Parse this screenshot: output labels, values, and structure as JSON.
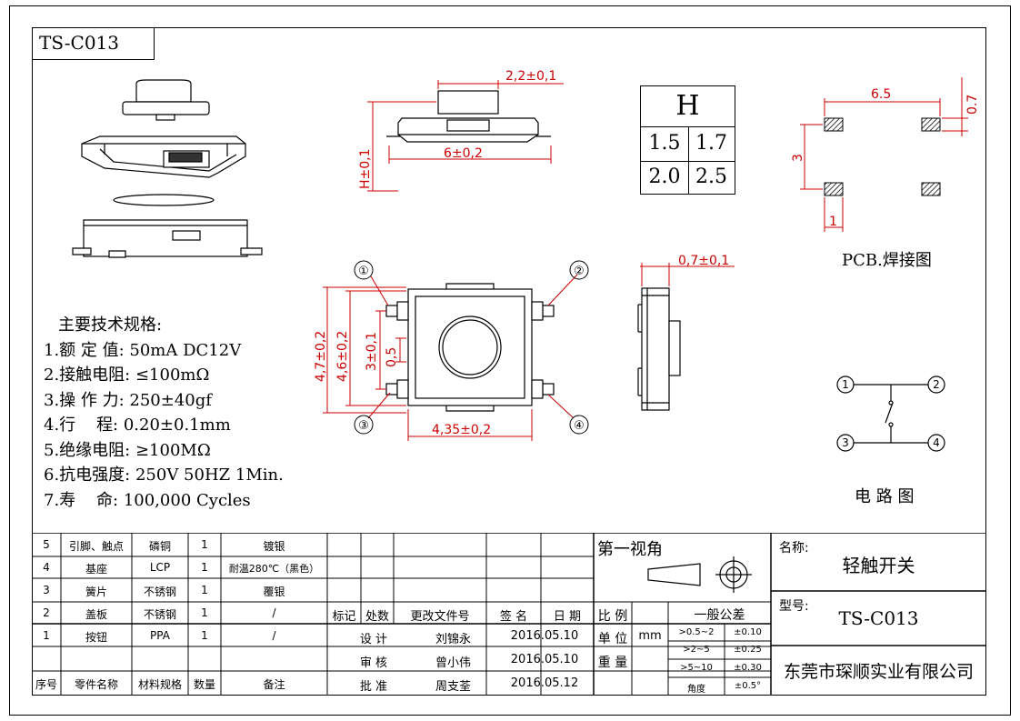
{
  "drawing_no": "TS-C013",
  "specs": {
    "heading": "主要技术规格:",
    "lines": [
      "1.额 定 值: 50mA DC12V",
      "2.接触电阻: ≤100mΩ",
      "3.操 作 力: 250±40gf",
      "4.行    程: 0.20±0.1mm",
      "5.绝缘电阻: ≥100MΩ",
      "6.抗电强度: 250V 50HZ 1Min.",
      "7.寿    命: 100,000 Cycles"
    ]
  },
  "dimensions": {
    "stem_width": "2,2±0,1",
    "body_width": "6±0,2",
    "height": "H±0,1",
    "outer_height": "4,7±0,2",
    "body_height": "4,6±0,2",
    "pin_pitch": "3±0,1",
    "pin_width": "0,5",
    "bottom_width": "4,35±0,2",
    "side_thickness": "0,7±0,1",
    "pin_labels": [
      "①",
      "②",
      "③",
      "④"
    ]
  },
  "h_table": {
    "header": "H",
    "values": [
      "1.5",
      "1.7",
      "2.0",
      "2.5"
    ]
  },
  "pcb": {
    "caption": "PCB.焊接图",
    "dim_x": "6.5",
    "dim_pad": "0.7",
    "dim_y": "3",
    "dim_pad_w": "1"
  },
  "circuit": {
    "caption": "电 路 图",
    "nodes": [
      "1",
      "2",
      "3",
      "4"
    ]
  },
  "title_block": {
    "parts": [
      {
        "no": "5",
        "name": "引脚、触点",
        "material": "磷铜",
        "qty": "1",
        "note": "镀银"
      },
      {
        "no": "4",
        "name": "基座",
        "material": "LCP",
        "qty": "1",
        "note": "耐温280℃（黑色）"
      },
      {
        "no": "3",
        "name": "簧片",
        "material": "不锈钢",
        "qty": "1",
        "note": "覆银"
      },
      {
        "no": "2",
        "name": "盖板",
        "material": "不锈钢",
        "qty": "1",
        "note": "/"
      },
      {
        "no": "1",
        "name": "按钮",
        "material": "PPA",
        "qty": "1",
        "note": "/"
      }
    ],
    "col_headers": {
      "no": "序号",
      "name": "零件名称",
      "material": "材料规格",
      "qty": "数量",
      "note": "备注"
    },
    "rev_headers": [
      "标记",
      "处数",
      "更改文件号",
      "签 名",
      "日 期"
    ],
    "signatures": [
      {
        "role": "设  计",
        "name": "刘锦永",
        "date": "2016.05.10"
      },
      {
        "role": "审  核",
        "name": "曾小伟",
        "date": "2016.05.10"
      },
      {
        "role": "批  准",
        "name": "周支荃",
        "date": "2016.05.12"
      }
    ],
    "view_angle": "第一视角",
    "scale_label": "比 例",
    "unit_label": "单 位",
    "unit_value": "mm",
    "weight_label": "重 量",
    "tolerance_title": "一般公差",
    "tolerances": [
      {
        "range": ">0.5~2",
        "value": "±0.10"
      },
      {
        "range": ">2~5",
        "value": "±0.25"
      },
      {
        "range": ">5~10",
        "value": "±0.30"
      },
      {
        "range": "角度",
        "value": "±0.5°"
      }
    ],
    "name_label": "名称:",
    "name_value": "轻触开关",
    "model_label": "型号:",
    "model_value": "TS-C013",
    "company": "东莞市琛顺实业有限公司"
  }
}
